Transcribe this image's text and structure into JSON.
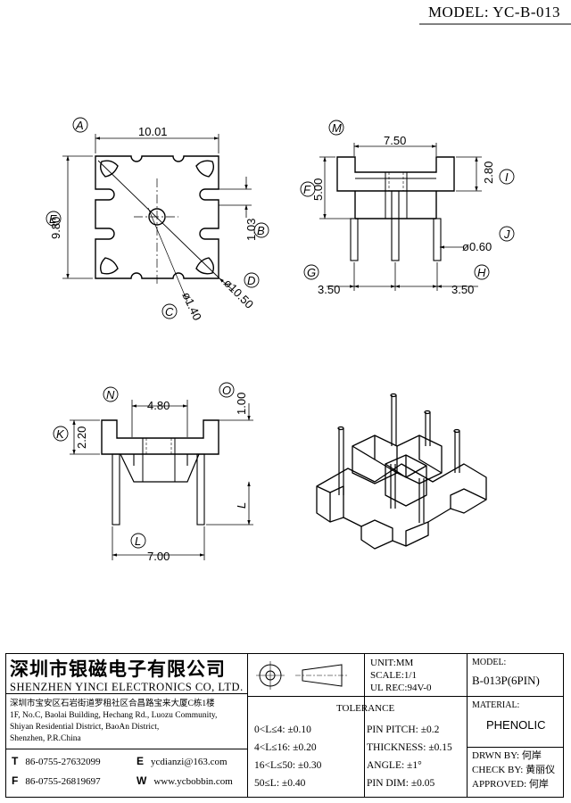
{
  "header": {
    "model": "MODEL: YC-B-013"
  },
  "drawing": {
    "top_view": {
      "dim_width": "10.01",
      "dim_height": "9.80",
      "dim_slot": "1.03",
      "dim_hole": "ø1.40",
      "dim_diag": "ø10.50",
      "labels": {
        "A": "A",
        "B": "B",
        "C": "C",
        "D": "D",
        "E": "E"
      }
    },
    "side_view": {
      "dim_width": "7.50",
      "dim_height": "5.00",
      "dim_flange": "2.80",
      "dim_pin": "ø0.60",
      "dim_pitch_left": "3.50",
      "dim_pitch_right": "3.50",
      "labels": {
        "F": "F",
        "G": "G",
        "H": "H",
        "I": "I",
        "J": "J",
        "M": "M"
      }
    },
    "front_view": {
      "dim_inner": "4.80",
      "dim_flange": "2.20",
      "dim_top": "1.00",
      "dim_pin_length": "L",
      "dim_span": "7.00",
      "labels": {
        "K": "K",
        "L": "L",
        "N": "N",
        "O": "O"
      }
    }
  },
  "title_block": {
    "company_cn": "深圳市银磁电子有限公司",
    "company_en": "SHENZHEN YINCI ELECTRONICS CO, LTD.",
    "address": [
      "深圳市宝安区石岩街道罗租社区合昌路宝来大厦C栋1楼",
      "1F, No.C, Baolai Building, Hechang Rd., Luozu Community,",
      "Shiyan Residential District, BaoAn District,",
      "Shenzhen, P.R.China"
    ],
    "tel_label": "T",
    "tel": "86-0755-27632099",
    "fax_label": "F",
    "fax": "86-0755-26819697",
    "email_label": "E",
    "email": "ycdianzi@163.com",
    "web_label": "W",
    "web": "www.ycbobbin.com",
    "unit": "UNIT:MM",
    "scale": "SCALE:1/1",
    "ul_rec": "UL REC:94V-0",
    "model_label": "MODEL:",
    "model_value": "B-013P(6PIN)",
    "tolerance_title": "TOLERANCE",
    "tolerances": [
      "0<L≤4: ±0.10",
      "4<L≤16: ±0.20",
      "16<L≤50: ±0.30",
      "50≤L: ±0.40"
    ],
    "tolerances_right": [
      "PIN PITCH: ±0.2",
      "THICKNESS: ±0.15",
      "ANGLE: ±1°",
      "PIN DIM: ±0.05"
    ],
    "material_label": "MATERIAL:",
    "material_value": "PHENOLIC",
    "drawn_by": "DRWN BY: 何岸",
    "check_by": "CHECK BY: 黄丽仪",
    "approved": "APPROVED: 何岸"
  }
}
